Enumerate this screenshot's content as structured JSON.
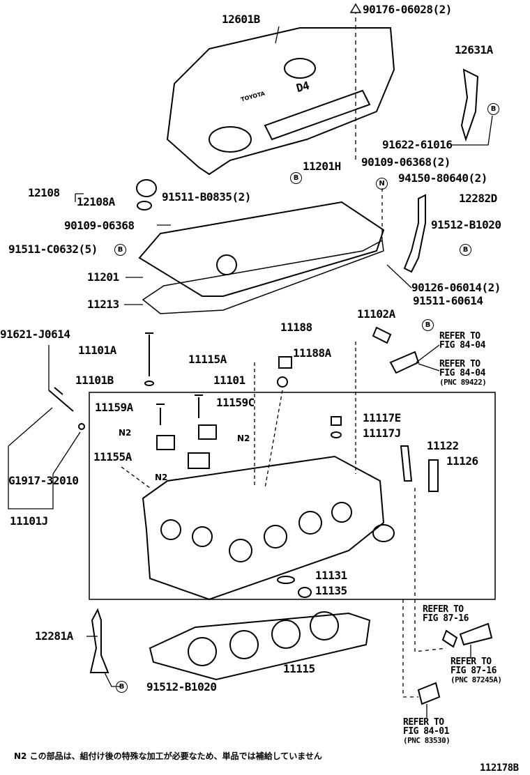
{
  "parts": {
    "p12601B": "12601B",
    "p90176": "90176-06028(2)",
    "p12631A": "12631A",
    "p91622": "91622-61016",
    "p11201H": "11201H",
    "p90109_2": "90109-06368(2)",
    "p12108": "12108",
    "p12108A": "12108A",
    "p91511B": "91511-B0835(2)",
    "p94150": "94150-80640(2)",
    "p12282D": "12282D",
    "p90109": "90109-06368",
    "p91512a": "91512-B1020",
    "p91511C": "91511-C0632(5)",
    "p11201": "11201",
    "p90126": "90126-06014(2)",
    "p11213": "11213",
    "p91511_6": "91511-60614",
    "p11102A": "11102A",
    "p11188": "11188",
    "p91621": "91621-J0614",
    "p11101A": "11101A",
    "p11115A": "11115A",
    "p11188A": "11188A",
    "p11101B": "11101B",
    "p11101": "11101",
    "p11159A": "11159A",
    "p11159C": "11159C",
    "p11117E": "11117E",
    "p11117J": "11117J",
    "p11122": "11122",
    "p11126": "11126",
    "p11155A": "11155A",
    "pG1917": "G1917-32010",
    "p11101J": "11101J",
    "p11131": "11131",
    "p11135": "11135",
    "p12281A": "12281A",
    "p11115": "11115",
    "p91512b": "91512-B1020"
  },
  "markers": {
    "b": "B",
    "n": "N",
    "n2": "N2"
  },
  "refs": {
    "r1": {
      "a": "REFER TO",
      "b": "FIG 84-04"
    },
    "r2": {
      "a": "REFER TO",
      "b": "FIG 84-04",
      "c": "(PNC 89422)"
    },
    "r3": {
      "a": "REFER TO",
      "b": "FIG 87-16"
    },
    "r4": {
      "a": "REFER TO",
      "b": "FIG 87-16",
      "c": "(PNC 87245A)"
    },
    "r5": {
      "a": "REFER TO",
      "b": "FIG 84-01",
      "c": "(PNC 83530)"
    }
  },
  "cover_text": {
    "brand": "TOYOTA",
    "model": "D4"
  },
  "footnote": "N2 この部品は、組付け後の特殊な加工が必要なため、単品では補給していません",
  "figure_id": "112178B"
}
